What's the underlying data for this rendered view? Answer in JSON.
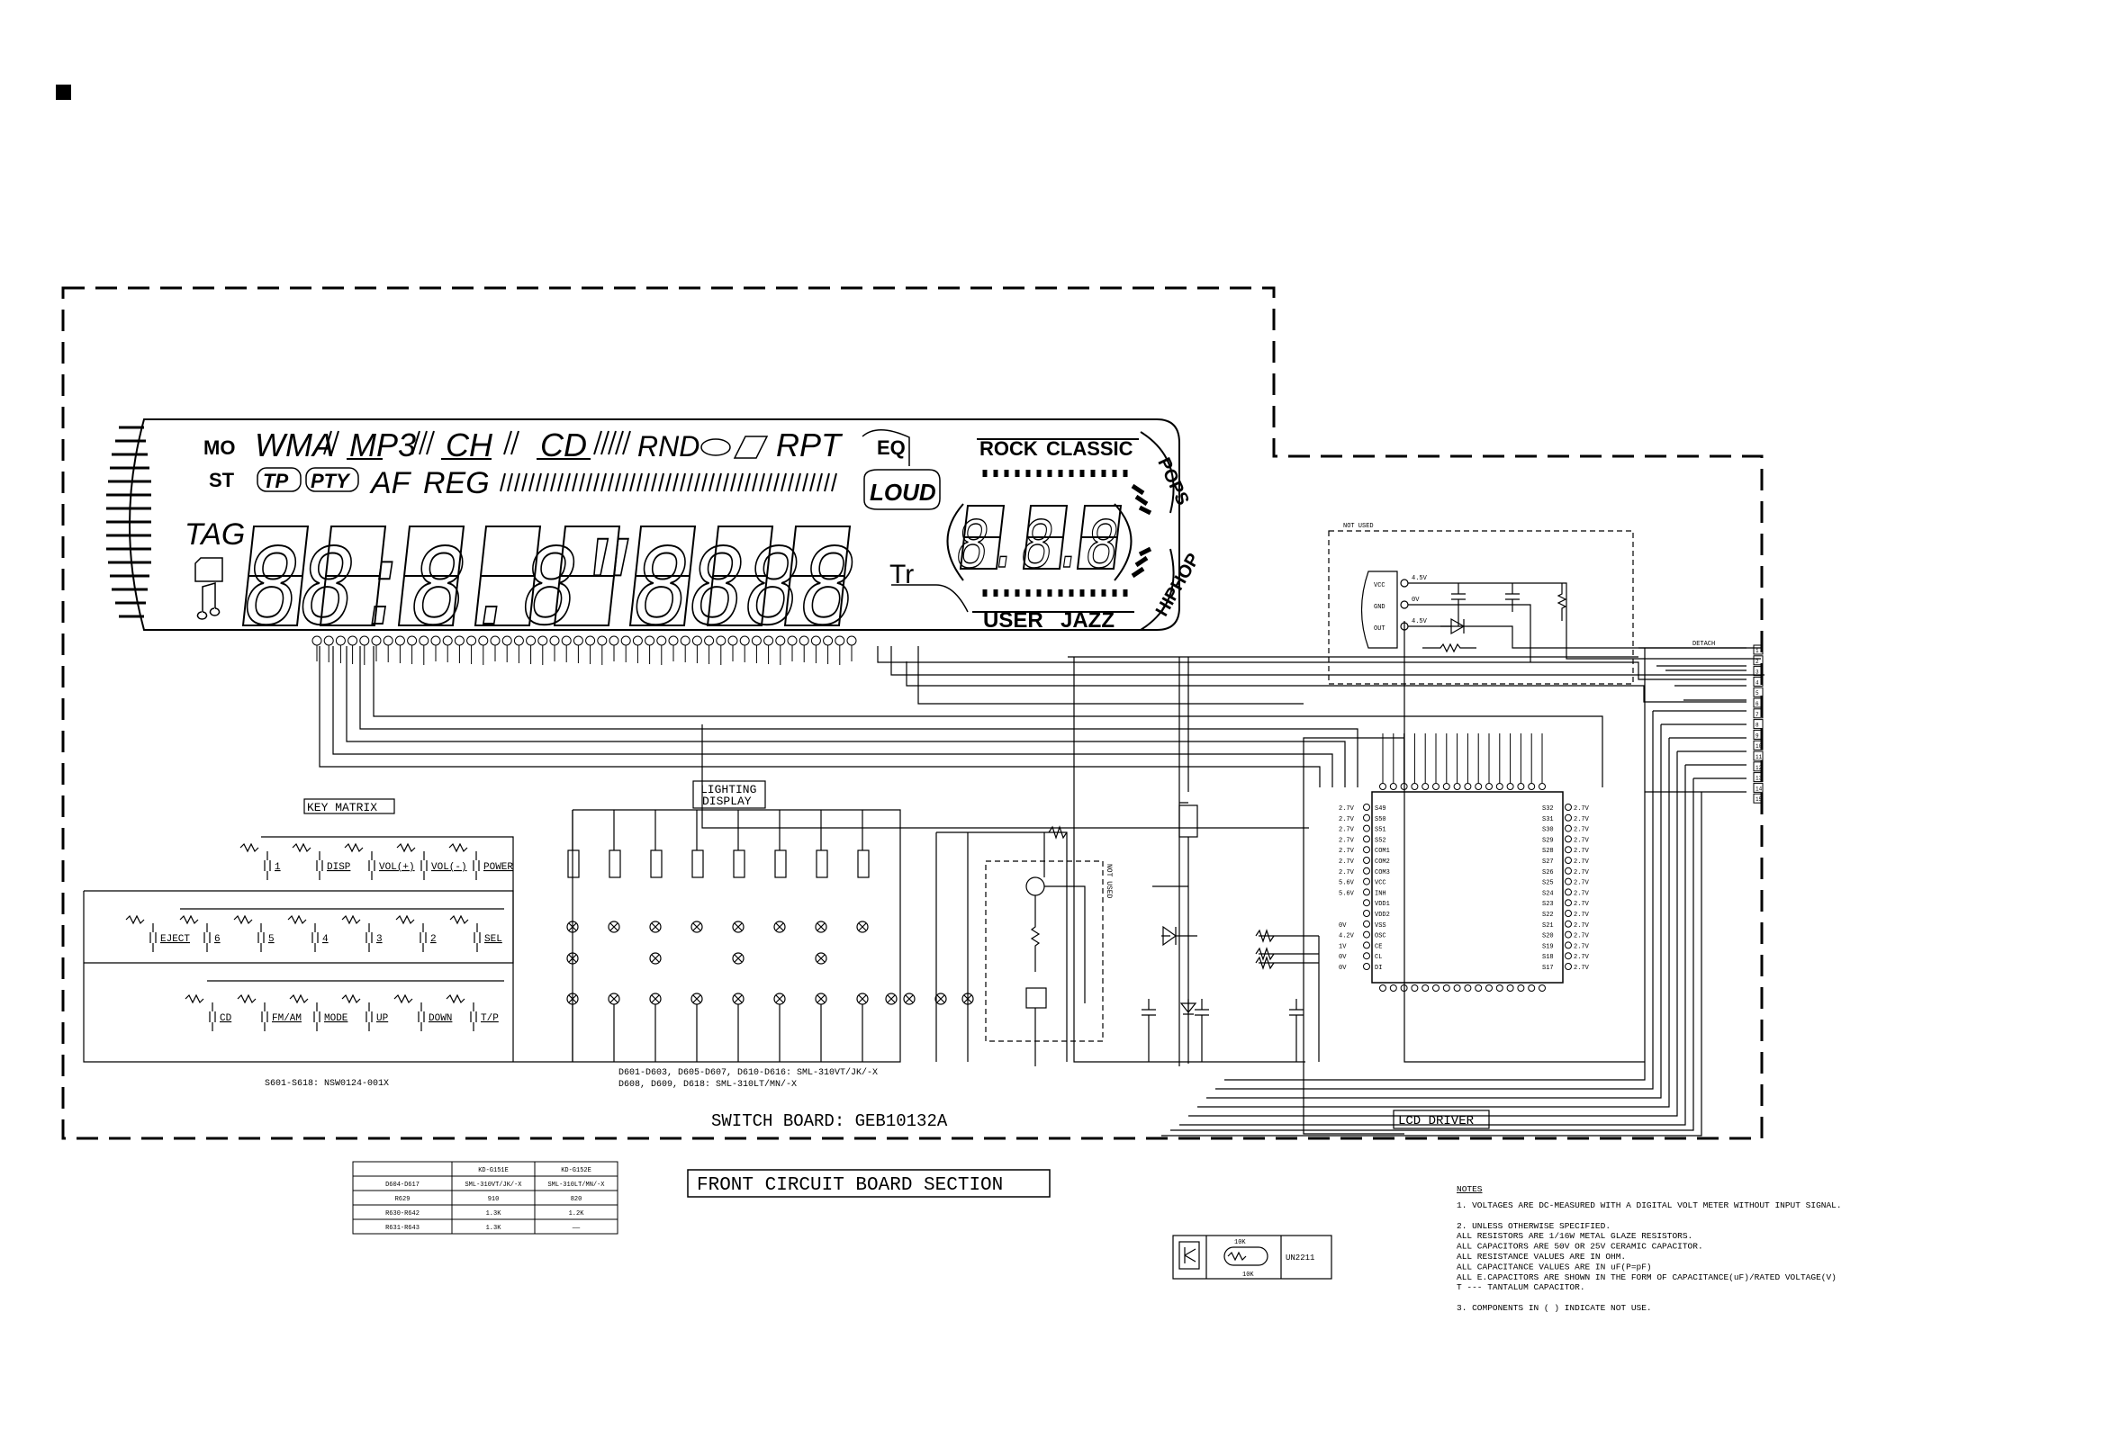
{
  "header": {
    "marker": "■"
  },
  "board": {
    "title": "FRONT CIRCUIT BOARD SECTION",
    "switch_board": "SWITCH BOARD: GEB10132A",
    "lcd_driver": "LCD DRIVER",
    "key_matrix": "KEY MATRIX",
    "lighting_display": [
      "LIGHTING",
      "DISPLAY"
    ],
    "not_used": "NOT USED",
    "not_used_v": "NOT USED",
    "detach": "DETACH",
    "switch_note": "S601-S618: NSW0124-001X",
    "diode_note_1": "D601-D603, D605-D607, D610-D616: SML-310VT/JK/-X",
    "diode_note_2": "D608, D609, D618: SML-310LT/MN/-X"
  },
  "lcd_panel": {
    "indicators": {
      "mo": "MO",
      "st": "ST",
      "wma": "WMA",
      "mp3": "MP3",
      "ch": "CH",
      "cd": "CD",
      "rnd": "RND",
      "rpt": "RPT",
      "tp": "TP",
      "pty": "PTY",
      "af": "AF",
      "reg": "REG",
      "tag": "TAG",
      "eq": "EQ",
      "loud": "LOUD",
      "tr": "Tr",
      "rock": "ROCK",
      "classic": "CLASSIC",
      "pops": "POPS",
      "hiphop": "HIPHOP",
      "user": "USER",
      "jazz": "JAZZ"
    },
    "digits": "88:8.8\"8888",
    "small_digits": "8.8.8"
  },
  "keys": {
    "row1": [
      "1",
      "DISP",
      "VOL(+)",
      "VOL(-)",
      "POWER"
    ],
    "row2": [
      "EJECT",
      "6",
      "5",
      "4",
      "3",
      "2",
      "SEL"
    ],
    "row3": [
      "CD",
      "FM/AM",
      "MODE",
      "UP",
      "DOWN",
      "T/P"
    ]
  },
  "sensor": {
    "pins": [
      "VCC",
      "GND",
      "OUT"
    ],
    "volts": [
      "4.5V",
      "0V",
      "4.5V"
    ]
  },
  "connector": {
    "pins": [
      "1",
      "2",
      "3",
      "4",
      "5",
      "6",
      "7",
      "8",
      "9",
      "10",
      "11",
      "12",
      "13",
      "14",
      "15"
    ]
  },
  "ic": {
    "left_pins": [
      "S49",
      "S50",
      "S51",
      "S52",
      "COM1",
      "COM2",
      "COM3",
      "VCC",
      "INH",
      "VDD1",
      "VDD2",
      "VSS",
      "OSC",
      "CE",
      "CL",
      "DI"
    ],
    "left_volts": [
      "2.7V",
      "2.7V",
      "2.7V",
      "2.7V",
      "2.7V",
      "2.7V",
      "2.7V",
      "5.6V",
      "5.6V",
      "",
      "",
      "0V",
      "4.2V",
      "1V",
      "0V",
      "0V"
    ],
    "right_pins": [
      "S32",
      "S31",
      "S30",
      "S29",
      "S28",
      "S27",
      "S26",
      "S25",
      "S24",
      "S23",
      "S22",
      "S21",
      "S20",
      "S19",
      "S18",
      "S17"
    ],
    "right_volt": "2.7V"
  },
  "variant_table": {
    "headers": [
      "",
      "KD-G151E",
      "KD-G152E"
    ],
    "rows": [
      [
        "D604-D617",
        "SML-310VT/JK/-X",
        "SML-310LT/MN/-X"
      ],
      [
        "R629",
        "910",
        "820"
      ],
      [
        "R630-R642",
        "1.3K",
        "1.2K"
      ],
      [
        "R631-R643",
        "1.3K",
        "——"
      ]
    ]
  },
  "transistor_box": {
    "r1": "10K",
    "r2": "10K",
    "part": "UN2211"
  },
  "notes": {
    "title": "NOTES",
    "lines": [
      "1. VOLTAGES ARE DC-MEASURED WITH A DIGITAL VOLT METER WITHOUT INPUT SIGNAL.",
      "",
      "2. UNLESS OTHERWISE SPECIFIED.",
      "   ALL RESISTORS ARE 1/16W   METAL GLAZE  RESISTORS.",
      "   ALL CAPACITORS ARE 50V OR 25V CERAMIC CAPACITOR.",
      "   ALL RESISTANCE VALUES ARE IN OHM.",
      "   ALL CAPACITANCE VALUES ARE IN uF(P=pF)",
      "   ALL E.CAPACITORS ARE SHOWN IN THE FORM OF CAPACITANCE(uF)/RATED VOLTAGE(V)",
      "   T --- TANTALUM CAPACITOR.",
      "",
      "3. COMPONENTS IN (  ) INDICATE NOT USE."
    ]
  }
}
